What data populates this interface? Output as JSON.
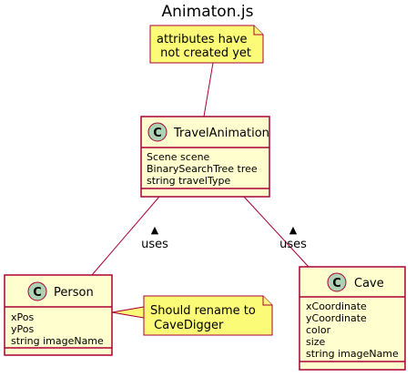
{
  "title": "Animaton.js",
  "colors": {
    "class_fill": "#FEFECE",
    "class_border": "#A80036",
    "note_fill": "#FBFB77",
    "circle_fill": "#ADD1B2",
    "line": "#A80036"
  },
  "classes": {
    "travel_animation": {
      "icon": "C",
      "name": "TravelAnimation",
      "attributes": [
        "Scene scene",
        "BinarySearchTree tree",
        "string travelType"
      ]
    },
    "person": {
      "icon": "C",
      "name": "Person",
      "attributes": [
        "xPos",
        "yPos",
        "string imageName"
      ]
    },
    "cave": {
      "icon": "C",
      "name": "Cave",
      "attributes": [
        "xCoordinate",
        "yCoordinate",
        "color",
        "size",
        "string imageName"
      ]
    }
  },
  "notes": {
    "top": [
      "attributes have",
      " not created yet"
    ],
    "person": [
      "Should rename to",
      " CaveDigger"
    ]
  },
  "relations": {
    "left": {
      "label": "uses",
      "arrow": "▲"
    },
    "right": {
      "label": "uses",
      "arrow": "▲"
    }
  }
}
